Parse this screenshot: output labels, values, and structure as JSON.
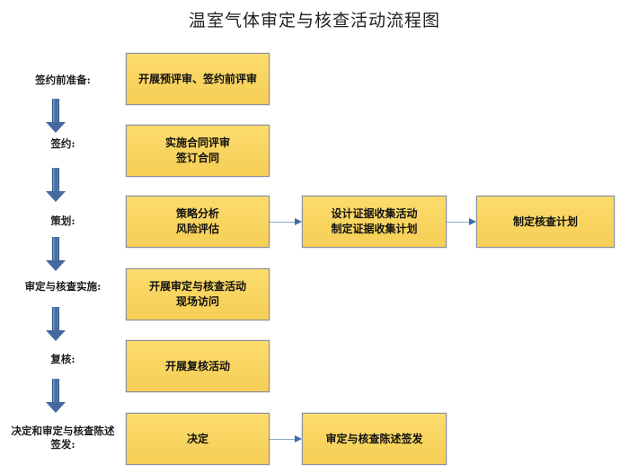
{
  "title": "温室气体审定与核查活动流程图",
  "colors": {
    "box_fill": "#F8D45F",
    "box_border": "#8A8F9C",
    "arrow_blue": "#46699F",
    "connector_line": "#8FA9C9",
    "background": "#FFFFFF",
    "text": "#111111"
  },
  "stage_labels": [
    {
      "id": "pre-contract",
      "text": "签约前准备:",
      "lines": [
        "签约前准备:"
      ]
    },
    {
      "id": "contract",
      "text": "签约:",
      "lines": [
        "签约:"
      ]
    },
    {
      "id": "planning",
      "text": "策划:",
      "lines": [
        "策划:"
      ]
    },
    {
      "id": "implementation",
      "text": "审定与核查实施:",
      "lines": [
        "审定与核查实施:"
      ]
    },
    {
      "id": "review",
      "text": "复核:",
      "lines": [
        "复核:"
      ]
    },
    {
      "id": "decision-issue",
      "text": "决定和审定与核查陈述签发:",
      "lines": [
        "决定和审定与核查陈述",
        "签发:"
      ]
    }
  ],
  "rows": [
    {
      "stage": "签约前准备:",
      "boxes": [
        {
          "id": "box-pre-review",
          "lines": [
            "开展预评审、签约前评审"
          ]
        }
      ]
    },
    {
      "stage": "签约:",
      "boxes": [
        {
          "id": "box-contract-review",
          "lines": [
            "实施合同评审",
            "签订合同"
          ]
        }
      ]
    },
    {
      "stage": "策划:",
      "boxes": [
        {
          "id": "box-strategy-risk",
          "lines": [
            "策略分析",
            "风险评估"
          ]
        },
        {
          "id": "box-evidence-plan",
          "lines": [
            "设计证据收集活动",
            "制定证据收集计划"
          ]
        },
        {
          "id": "box-verification-plan",
          "lines": [
            "制定核查计划"
          ]
        }
      ]
    },
    {
      "stage": "审定与核查实施:",
      "boxes": [
        {
          "id": "box-onsite",
          "lines": [
            "开展审定与核查活动",
            "现场访问"
          ]
        }
      ]
    },
    {
      "stage": "复核:",
      "boxes": [
        {
          "id": "box-peer-review",
          "lines": [
            "开展复核活动"
          ]
        }
      ]
    },
    {
      "stage": "决定和审定与核查陈述签发:",
      "boxes": [
        {
          "id": "box-decision",
          "lines": [
            "决定"
          ]
        },
        {
          "id": "box-statement-issue",
          "lines": [
            "审定与核查陈述签发"
          ]
        }
      ]
    }
  ],
  "connectors": {
    "vertical_arrows": 5,
    "horizontal_arrows": 3
  }
}
